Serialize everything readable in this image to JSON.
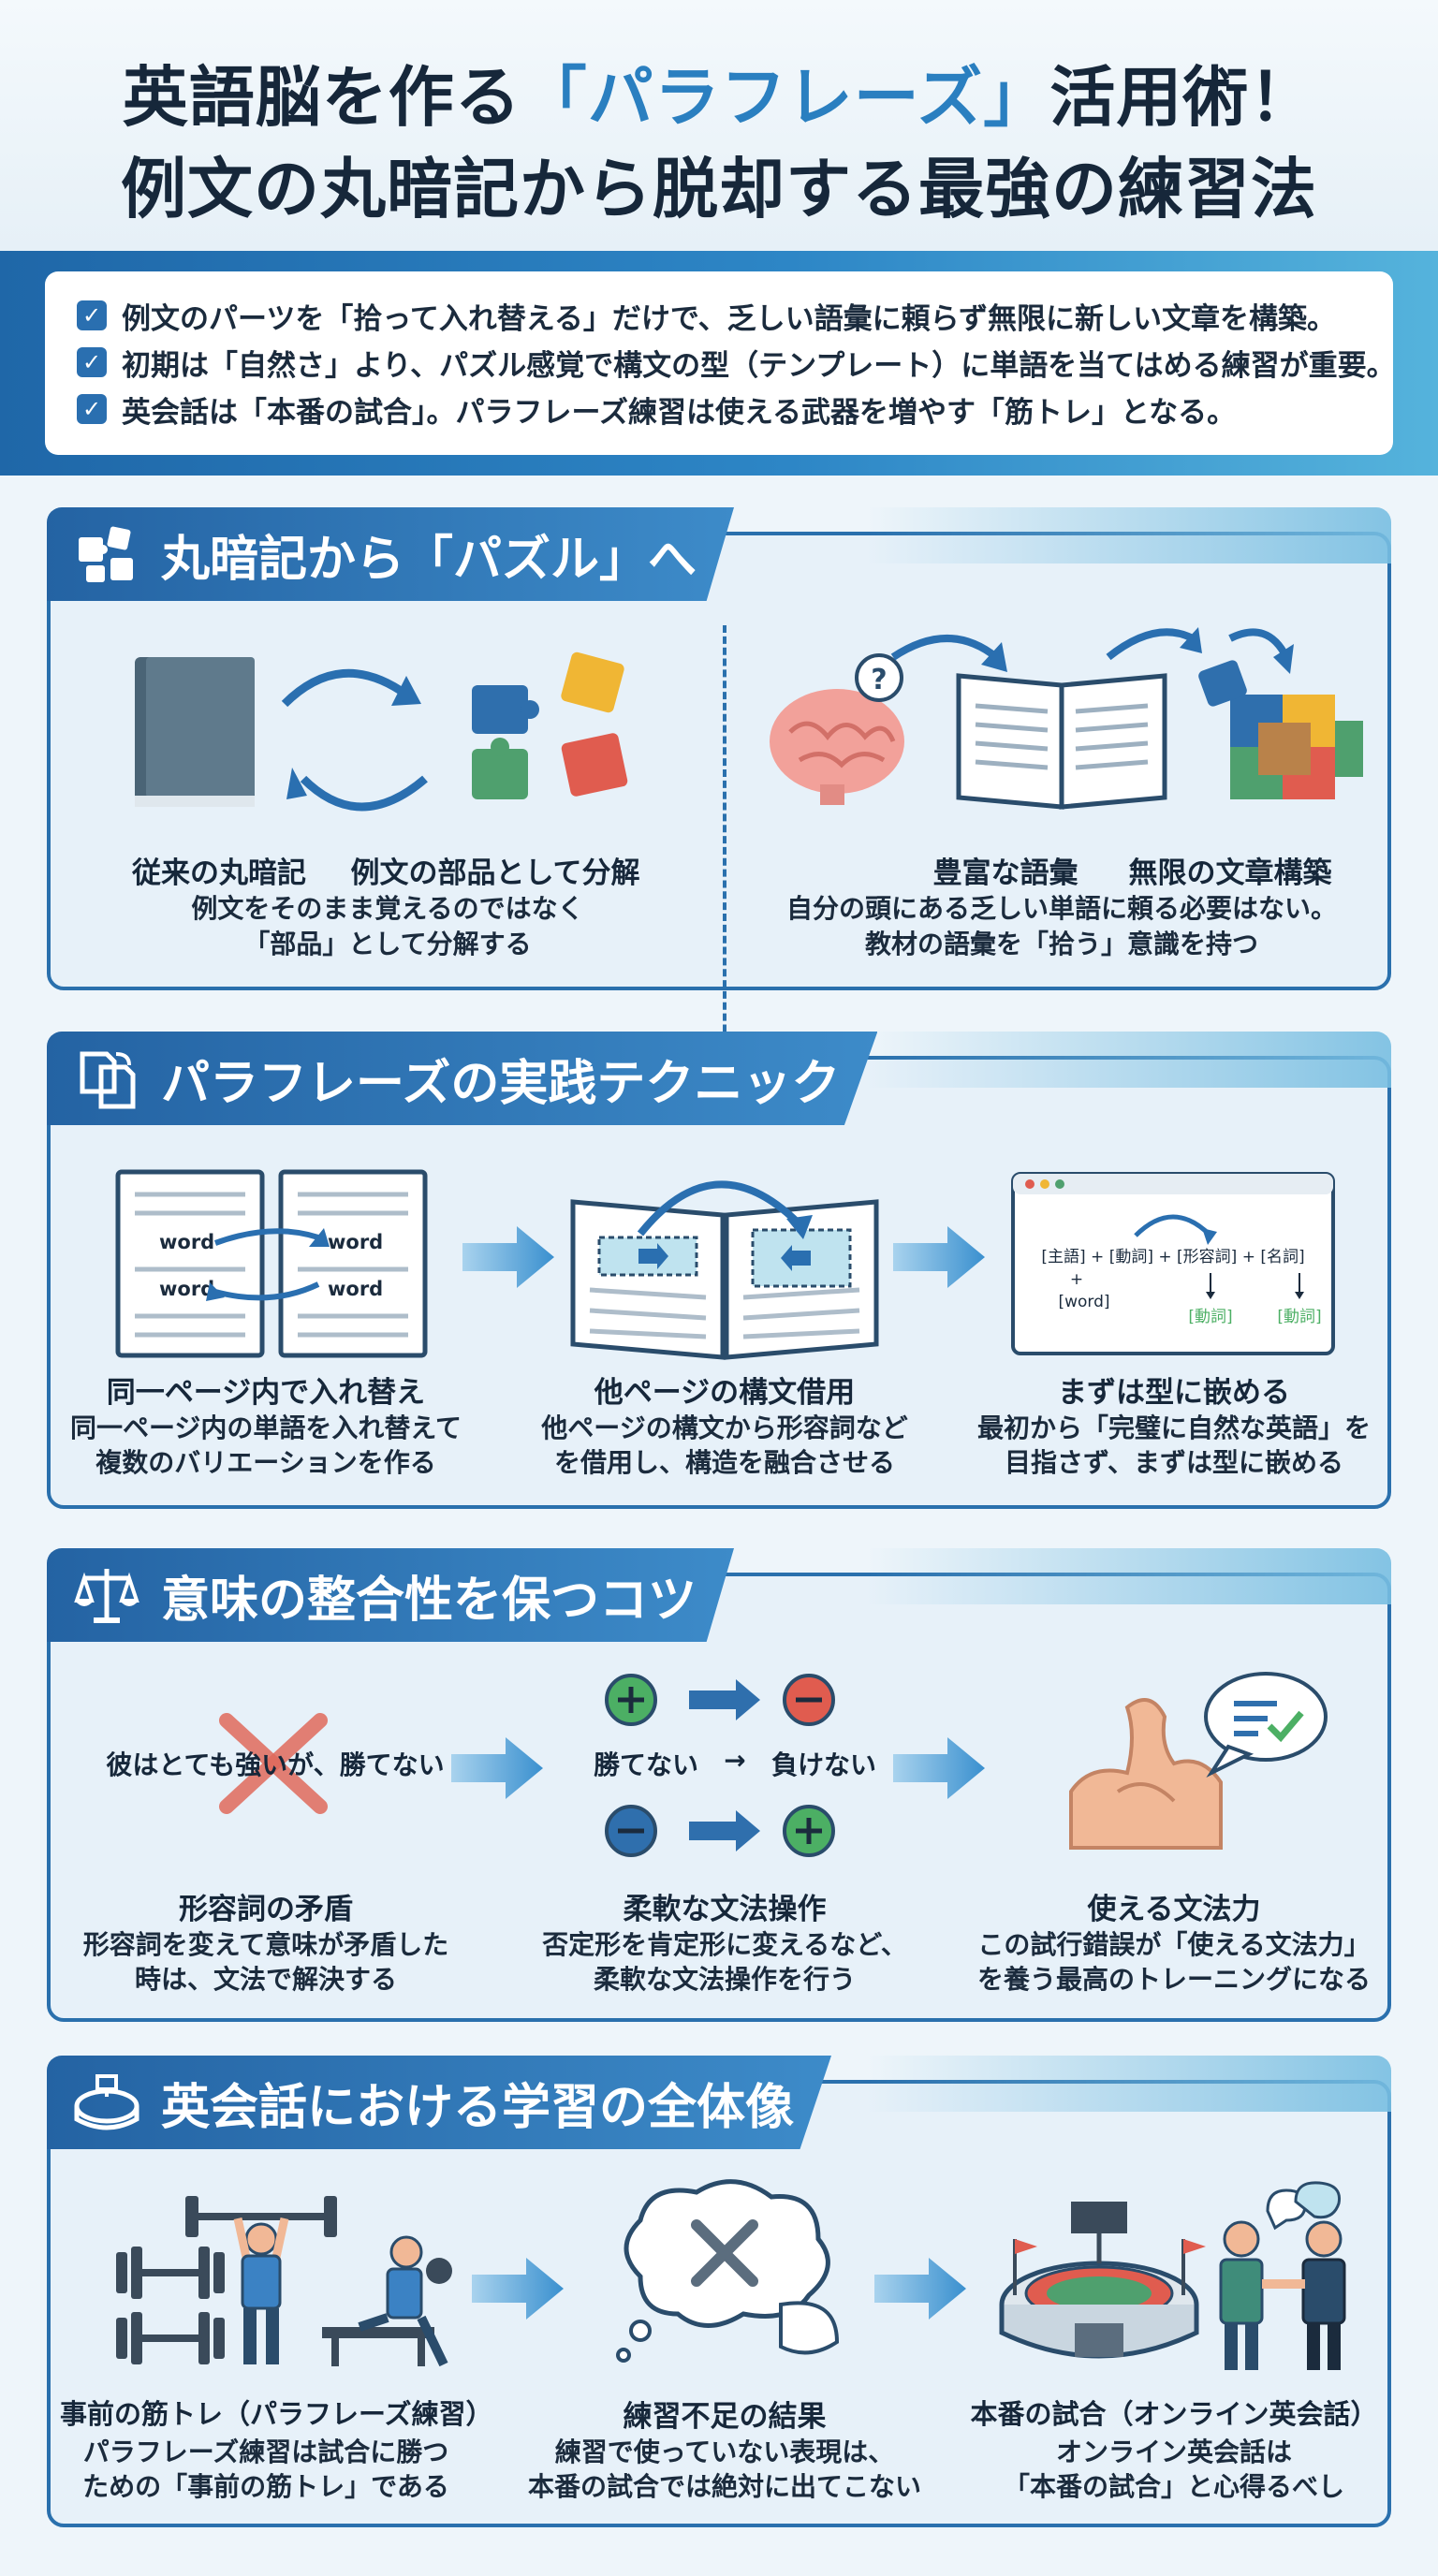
{
  "header": {
    "title_line1_a": "英語脳を作る",
    "title_line1_b": "「パラフレーズ」",
    "title_line1_c": "活用術！",
    "title_line2": "例文の丸暗記から脱却する最強の練習法"
  },
  "summary": [
    "例文のパーツを「拾って入れ替える」だけで、乏しい語彙に頼らず無限に新しい文章を構築。",
    "初期は「自然さ」より、パズル感覚で構文の型（テンプレート）に単語を当てはめる練習が重要。",
    "英会話は「本番の試合」。パラフレーズ練習は使える武器を増やす「筋トレ」となる。"
  ],
  "section1": {
    "title": "丸暗記から「パズル」へ",
    "left": {
      "label_a": "従来の丸暗記",
      "label_b": "例文の部品として分解",
      "desc_1": "例文をそのまま覚えるのではなく",
      "desc_2": "「部品」として分解する"
    },
    "right": {
      "label_a": "豊富な語彙",
      "label_b": "無限の文章構築",
      "desc_1": "自分の頭にある乏しい単語に頼る必要はない。",
      "desc_2": "教材の語彙を「拾う」意識を持つ"
    }
  },
  "section2": {
    "title": "パラフレーズの実践テクニック",
    "word": "word",
    "items": [
      {
        "label": "同一ページ内で入れ替え",
        "desc_1": "同一ページ内の単語を入れ替えて",
        "desc_2": "複数のバリエーションを作る"
      },
      {
        "label": "他ページの構文借用",
        "desc_1": "他ページの構文から形容詞など",
        "desc_2": "を借用し、構造を融合させる"
      },
      {
        "label": "まずは型に嵌める",
        "desc_1": "最初から「完璧に自然な英語」を",
        "desc_2": "目指さず、まずは型に嵌める"
      }
    ],
    "template": {
      "line": "[主語] + [動詞] + [形容詞] + [名詞]",
      "plus": "+",
      "word": "[word]",
      "verb": "[動詞]",
      "noun": "[動詞]"
    }
  },
  "section3": {
    "title": "意味の整合性を保つコツ",
    "sentence": "彼はとても強いが、勝てない",
    "flip_a": "勝てない",
    "flip_arrow": "→",
    "flip_b": "負けない",
    "items": [
      {
        "label": "形容詞の矛盾",
        "desc_1": "形容詞を変えて意味が矛盾した",
        "desc_2": "時は、文法で解決する"
      },
      {
        "label": "柔軟な文法操作",
        "desc_1": "否定形を肯定形に変えるなど、",
        "desc_2": "柔軟な文法操作を行う"
      },
      {
        "label": "使える文法力",
        "desc_1": "この試行錯誤が「使える文法力」",
        "desc_2": "を養う最高のトレーニングになる"
      }
    ]
  },
  "section4": {
    "title": "英会話における学習の全体像",
    "items": [
      {
        "label": "事前の筋トレ（パラフレーズ練習）",
        "desc_1": "パラフレーズ練習は試合に勝つ",
        "desc_2": "ための「事前の筋トレ」である"
      },
      {
        "label": "練習不足の結果",
        "desc_1": "練習で使っていない表現は、",
        "desc_2": "本番の試合では絶対に出てこない"
      },
      {
        "label": "本番の試合（オンライン英会話）",
        "desc_1": "オンライン英会話は",
        "desc_2": "「本番の試合」と心得るべし"
      }
    ]
  },
  "colors": {
    "primary": "#2a70ad",
    "accent_title": "#2a7fc0",
    "section_bg": "#e7f1f9",
    "arrow": "#3a90cf",
    "red_cross": "#e06a5c",
    "green": "#4caf64"
  }
}
